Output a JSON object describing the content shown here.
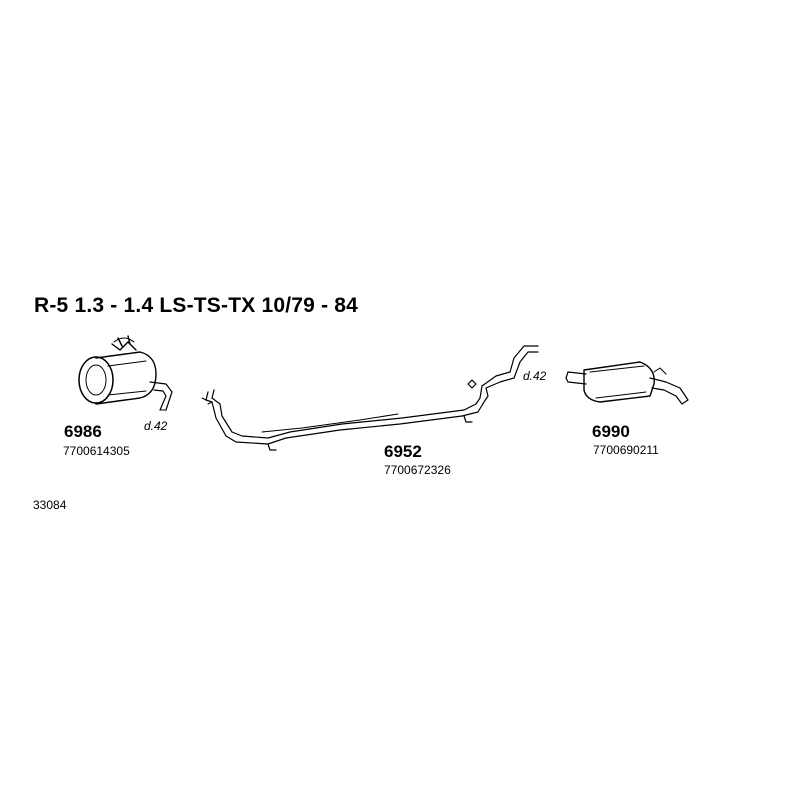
{
  "title": "R-5 1.3 - 1.4 LS-TS-TX 10/79 - 84",
  "diagram_ref": "33084",
  "parts": [
    {
      "code": "6986",
      "oem": "7700614305",
      "diameter": "d.42",
      "icon": "front-silencer-icon"
    },
    {
      "code": "6952",
      "oem": "7700672326",
      "diameter": "d.42",
      "icon": "middle-pipe-icon"
    },
    {
      "code": "6990",
      "oem": "7700690211",
      "icon": "rear-silencer-icon"
    }
  ]
}
